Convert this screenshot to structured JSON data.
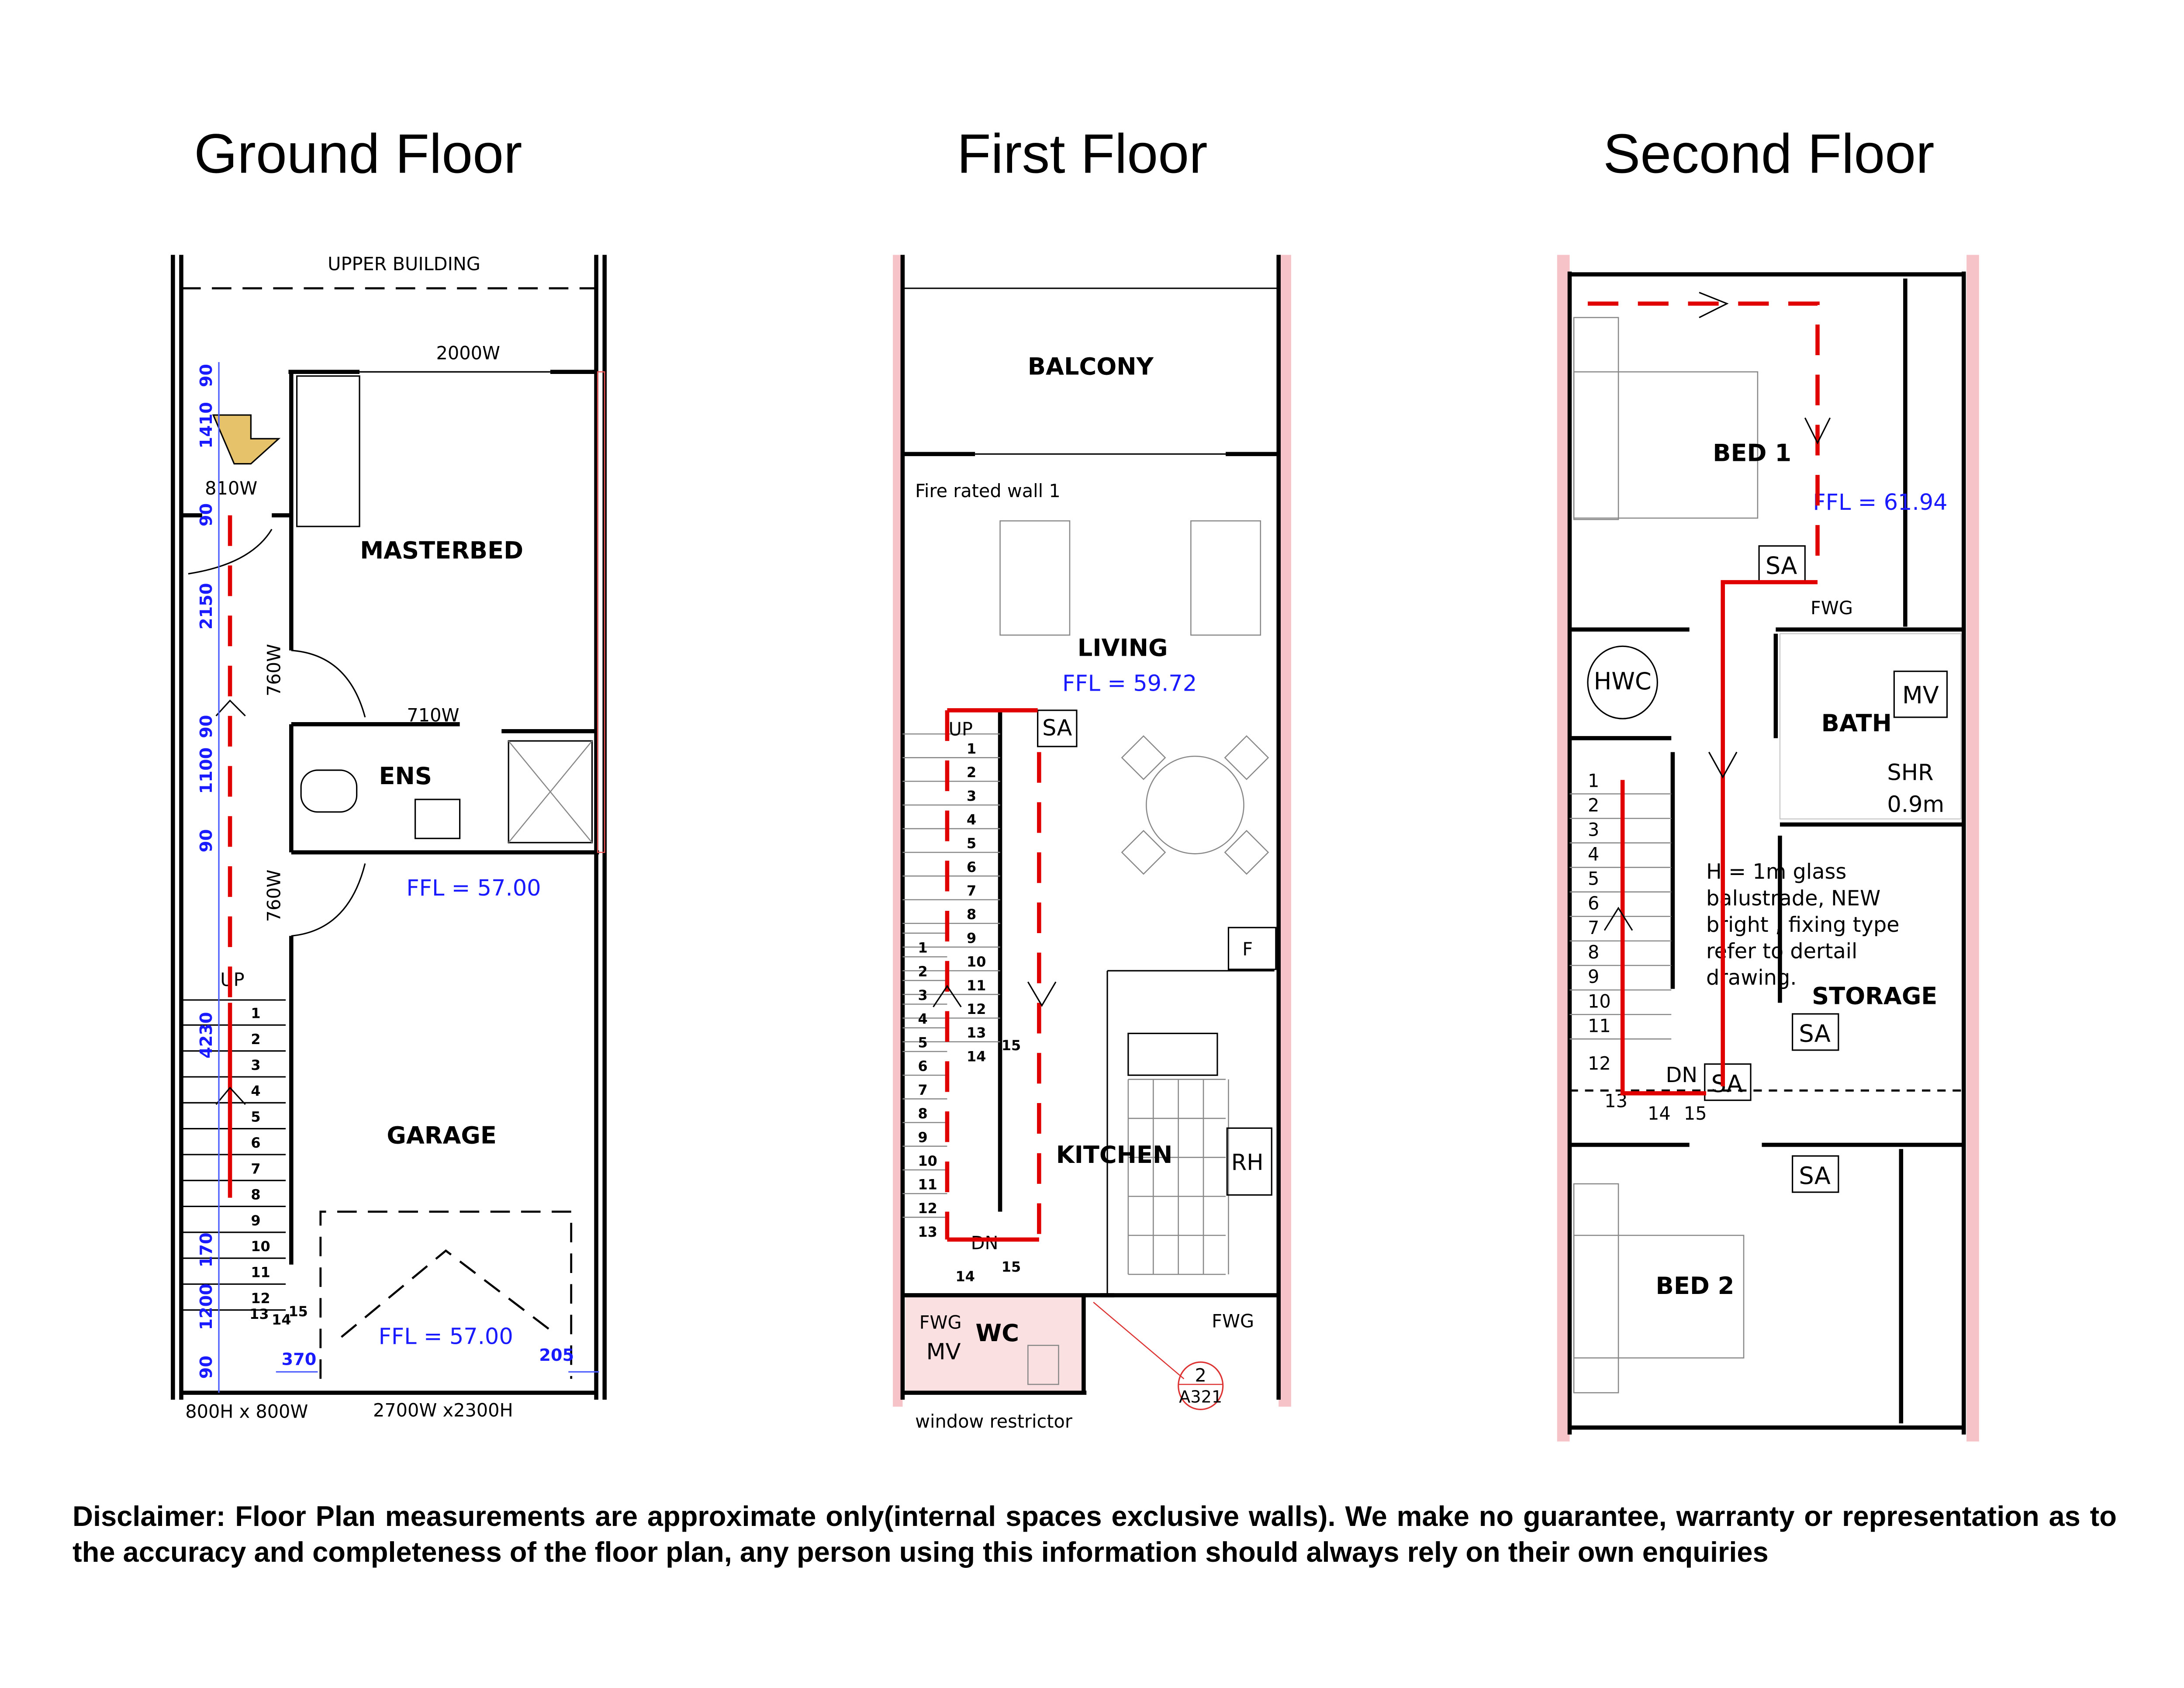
{
  "titles": {
    "ground": "Ground Floor",
    "first": "First Floor",
    "second": "Second Floor"
  },
  "ground": {
    "upper_building": "UPPER BUILDING",
    "rooms": {
      "masterbed": "MASTERBED",
      "ens": "ENS",
      "garage": "GARAGE"
    },
    "labels": {
      "w2000": "2000W",
      "w810": "810W",
      "w710": "710W",
      "w760a": "760W",
      "w760b": "760W",
      "up": "UP",
      "window": "800H x 800W",
      "garage_door": "2700W x2300H"
    },
    "ffl_ens": "FFL = 57.00",
    "ffl_garage": "FFL = 57.00",
    "dims": {
      "d90a": "90",
      "d1410": "1410",
      "d90b": "90",
      "d2150": "2150",
      "d90c": "90",
      "d1100": "1100",
      "d90d": "90",
      "d4230": "4230",
      "d170": "170",
      "d1200": "1200",
      "d90e": "90",
      "d370": "370",
      "d205": "205"
    },
    "steps": [
      "1",
      "2",
      "3",
      "4",
      "5",
      "6",
      "7",
      "8",
      "9",
      "10",
      "11",
      "12",
      "13",
      "14",
      "15"
    ]
  },
  "first": {
    "rooms": {
      "balcony": "BALCONY",
      "living": "LIVING",
      "kitchen": "KITCHEN",
      "wc": "WC"
    },
    "labels": {
      "fire_wall": "Fire rated wall 1",
      "up": "UP",
      "dn": "DN",
      "sa": "SA",
      "f": "F",
      "rh": "RH",
      "fwg_left": "FWG",
      "fwg_right": "FWG",
      "mv": "MV",
      "window_restrictor": "window restrictor",
      "ref_num": "2",
      "ref_sheet": "A321"
    },
    "ffl": "FFL = 59.72",
    "steps_left": [
      "1",
      "2",
      "3",
      "4",
      "5",
      "6",
      "7",
      "8",
      "9",
      "10",
      "11",
      "12",
      "13"
    ],
    "steps_right": [
      "1",
      "2",
      "3",
      "4",
      "5",
      "6",
      "7",
      "8",
      "9",
      "10",
      "11",
      "12",
      "13",
      "14"
    ],
    "step_extra": [
      "14",
      "15",
      "15"
    ]
  },
  "second": {
    "rooms": {
      "bed1": "BED 1",
      "bath": "BATH",
      "storage": "STORAGE",
      "bed2": "BED 2"
    },
    "labels": {
      "sa1": "SA",
      "sa2": "SA",
      "sa3": "SA",
      "sa4": "SA",
      "fwg": "FWG",
      "hwc": "HWC",
      "mv": "MV",
      "shr": "SHR",
      "shr_size": "0.9m",
      "dn": "DN"
    },
    "ffl": "FFL = 61.94",
    "note": [
      "H = 1m glass",
      "balustrade, NEW",
      "bright , fixing type",
      "refer to dertail",
      "drawing."
    ],
    "steps": [
      "1",
      "2",
      "3",
      "4",
      "5",
      "6",
      "7",
      "8",
      "9",
      "10",
      "11",
      "12",
      "13",
      "14",
      "15"
    ]
  },
  "disclaimer": "Disclaimer: Floor Plan measurements are approximate only(internal spaces exclusive walls). We make no guarantee, warranty or representation as to the accuracy and completeness of the floor plan, any person using this information should always rely on their own enquiries"
}
